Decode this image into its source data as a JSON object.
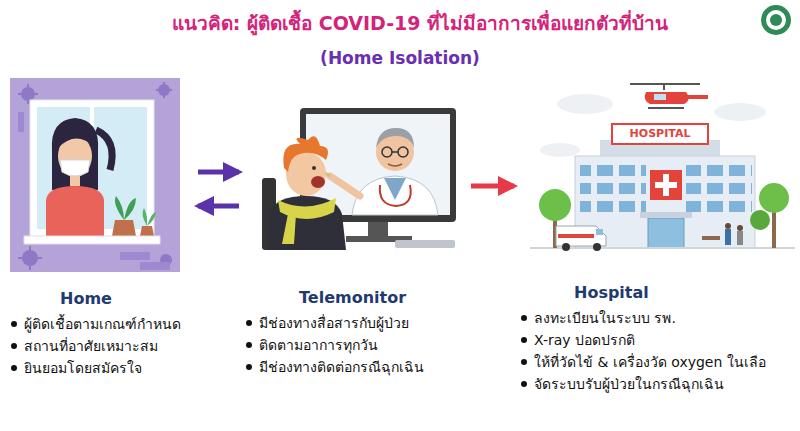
{
  "diagram": {
    "title": "แนวคิด: ผู้ติดเชื้อ COVID-19 ที่ไม่มีอาการเพื่อแยกตัวที่บ้าน",
    "nodes": [
      {
        "text": [
          "Home",
          "ผู้ติดเชื้อตามเกณฑ์กำหนด",
          "สถานที่อาศัยเหมาะสม",
          "ยินยอมโดยสมัครใจ"
        ]
      },
      {
        "text": [
          "Telemonitor",
          "มีช่องทางสื่อสารกับผู้ป่วย",
          "ติดตามอาการทุกวัน",
          "มีช่องทางติดต่อกรณีฉุกเฉิน"
        ]
      },
      {
        "text": [
          "Hospital",
          "ลงทะเบียนในระบบ รพ.",
          "X-ray ปอดปรกติ",
          "ให้ที่วัดไข้ & เครื่องวัด oxygen ในเลือ",
          "จัดระบบรับผู้ป่วยในกรณีฉุกเฉิน"
        ]
      }
    ],
    "edges": [
      {
        "from": 0,
        "to": 1,
        "arrow": "to"
      },
      {
        "from": 1,
        "to": 0,
        "arrow": "to"
      },
      {
        "from": 1,
        "to": 2,
        "arrow": "to"
      }
    ],
    "labels": [
      "(Home Isolation)",
      "HOSPITAL"
    ]
  }
}
